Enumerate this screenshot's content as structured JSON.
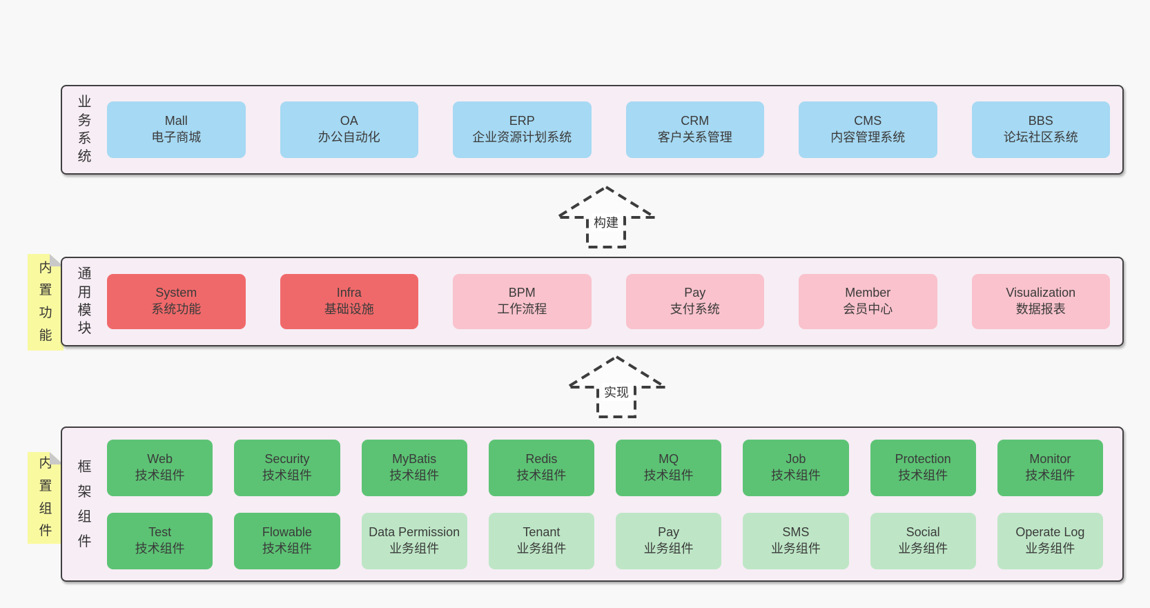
{
  "diagram_title": "",
  "colors": {
    "page_bg": "#f8f8f8",
    "panel_bg": "#f7edf5",
    "panel_border": "#3f3f3f",
    "app_blue": "#a6d9f3",
    "core_red": "#f0696a",
    "optional_pink": "#f9c2cc",
    "tech_green": "#5cc374",
    "biz_green": "#bee6c6",
    "note_yellow": "#f9f9a0",
    "note_fold": "#c9c9c9",
    "text": "#3a3a3a",
    "arrow_stroke": "#3d3d3d"
  },
  "arrows": [
    {
      "label": "构建"
    },
    {
      "label": "实现"
    }
  ],
  "sections": {
    "business": {
      "side_label": "业务系统",
      "items": [
        {
          "name": "Mall",
          "sub": "电子商城",
          "type": "app"
        },
        {
          "name": "OA",
          "sub": "办公自动化",
          "type": "app"
        },
        {
          "name": "ERP",
          "sub": "企业资源计划系统",
          "type": "app"
        },
        {
          "name": "CRM",
          "sub": "客户关系管理",
          "type": "app"
        },
        {
          "name": "CMS",
          "sub": "内容管理系统",
          "type": "app"
        },
        {
          "name": "BBS",
          "sub": "论坛社区系统",
          "type": "app"
        }
      ]
    },
    "modules": {
      "side_label": "通用模块",
      "note": "内置功能",
      "items": [
        {
          "name": "System",
          "sub": "系统功能",
          "type": "core"
        },
        {
          "name": "Infra",
          "sub": "基础设施",
          "type": "core"
        },
        {
          "name": "BPM",
          "sub": "工作流程",
          "type": "optional"
        },
        {
          "name": "Pay",
          "sub": "支付系统",
          "type": "optional"
        },
        {
          "name": "Member",
          "sub": "会员中心",
          "type": "optional"
        },
        {
          "name": "Visualization",
          "sub": "数据报表",
          "type": "optional"
        }
      ]
    },
    "components": {
      "side_label": "框架组件",
      "note": "内置组件",
      "row1": [
        {
          "name": "Web",
          "sub": "技术组件",
          "type": "tech"
        },
        {
          "name": "Security",
          "sub": "技术组件",
          "type": "tech"
        },
        {
          "name": "MyBatis",
          "sub": "技术组件",
          "type": "tech"
        },
        {
          "name": "Redis",
          "sub": "技术组件",
          "type": "tech"
        },
        {
          "name": "MQ",
          "sub": "技术组件",
          "type": "tech"
        },
        {
          "name": "Job",
          "sub": "技术组件",
          "type": "tech"
        },
        {
          "name": "Protection",
          "sub": "技术组件",
          "type": "tech"
        },
        {
          "name": "Monitor",
          "sub": "技术组件",
          "type": "tech"
        }
      ],
      "row2": [
        {
          "name": "Test",
          "sub": "技术组件",
          "type": "tech"
        },
        {
          "name": "Flowable",
          "sub": "技术组件",
          "type": "tech"
        },
        {
          "name": "Data Permission",
          "sub": "业务组件",
          "type": "biz"
        },
        {
          "name": "Tenant",
          "sub": "业务组件",
          "type": "biz"
        },
        {
          "name": "Pay",
          "sub": "业务组件",
          "type": "biz"
        },
        {
          "name": "SMS",
          "sub": "业务组件",
          "type": "biz"
        },
        {
          "name": "Social",
          "sub": "业务组件",
          "type": "biz"
        },
        {
          "name": "Operate Log",
          "sub": "业务组件",
          "type": "biz"
        }
      ]
    }
  }
}
